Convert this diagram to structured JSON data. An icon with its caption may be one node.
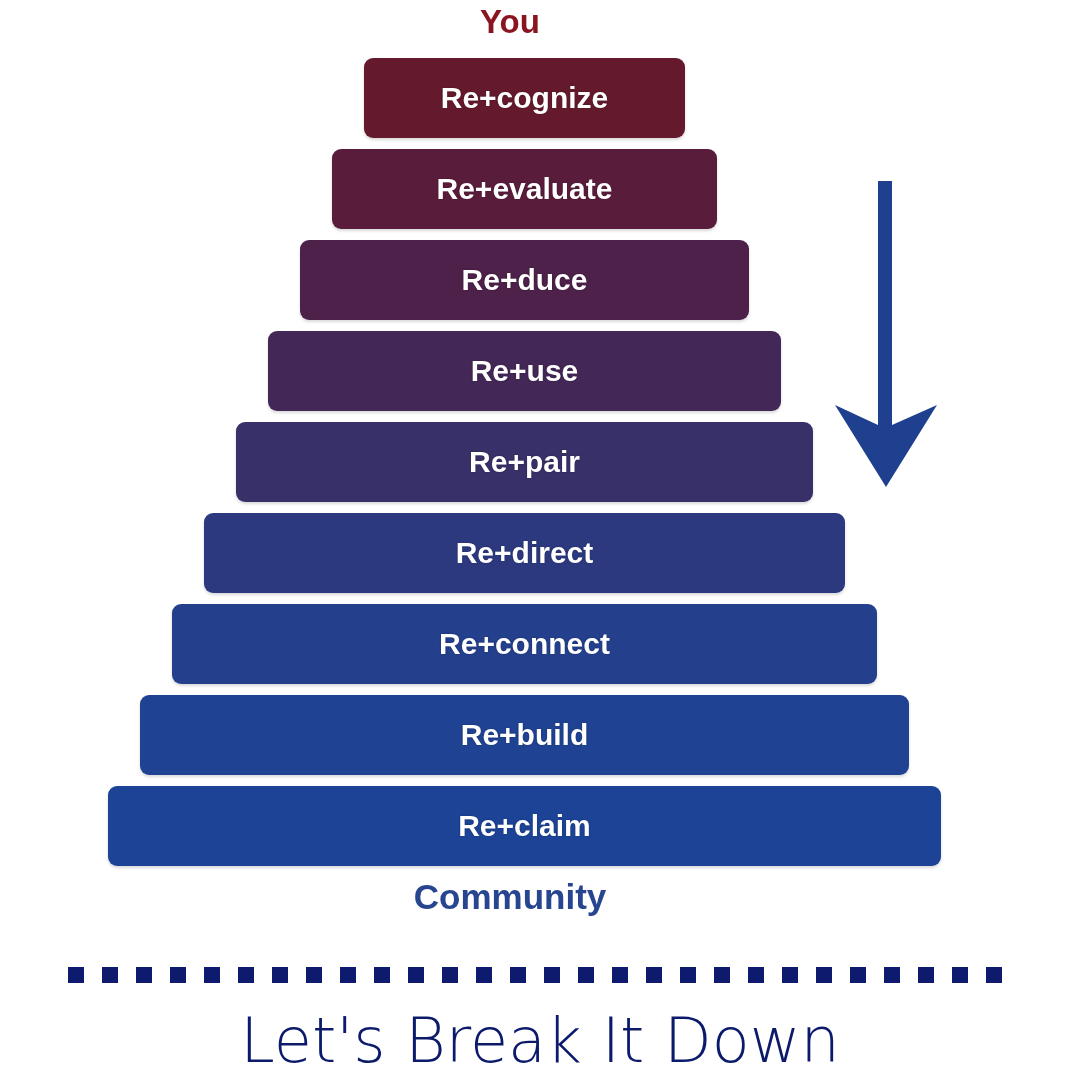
{
  "diagram": {
    "caption": "Let's Break It Down",
    "nodes": [
      {
        "text": [
          "Re+cognize"
        ]
      },
      {
        "text": [
          "Re+evaluate"
        ]
      },
      {
        "text": [
          "Re+duce"
        ]
      },
      {
        "text": [
          "Re+use"
        ]
      },
      {
        "text": [
          "Re+pair"
        ]
      },
      {
        "text": [
          "Re+direct"
        ]
      },
      {
        "text": [
          "Re+connect"
        ]
      },
      {
        "text": [
          "Re+build"
        ]
      },
      {
        "text": [
          "Re+claim"
        ]
      }
    ],
    "labels": [
      "You",
      "Community"
    ]
  }
}
